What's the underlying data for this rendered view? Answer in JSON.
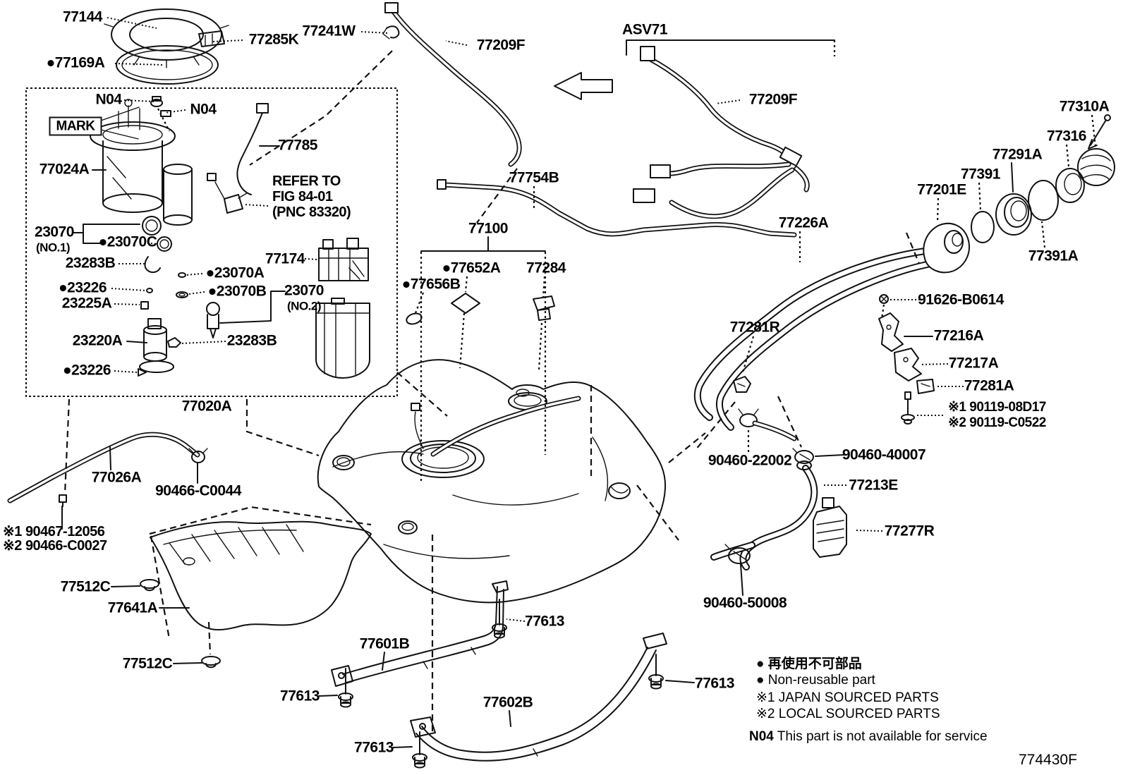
{
  "figure_code": "774430F",
  "model_bracket": "ASV71",
  "mark_label": "MARK",
  "refer_note": {
    "line1": "REFER TO",
    "line2": "FIG 84-01",
    "line3": "(PNC 83320)"
  },
  "legend": {
    "nonreusable_jp": "● 再使用不可部品",
    "nonreusable_en": "● Non-reusable part",
    "sourced1": "※1 JAPAN SOURCED PARTS",
    "sourced2": "※2 LOCAL SOURCED PARTS",
    "n04_code": "N04",
    "n04_text": "This part is not available for service"
  },
  "callouts": {
    "c77144": "77144",
    "c77285K": "77285K",
    "c77169A": "●77169A",
    "c77241W": "77241W",
    "c77209F_top": "77209F",
    "cN04a": "N04",
    "cN04b": "N04",
    "c77785": "77785",
    "c77024A": "77024A",
    "c23070_1": "23070",
    "c23070_1_sub": "(NO.1)",
    "c23070C": "●23070C",
    "c23283B_a": "23283B",
    "c23070A": "●23070A",
    "c23226_a": "●23226",
    "c23070B": "●23070B",
    "c23070_2": "23070",
    "c23070_2_sub": "(NO.2)",
    "c23225A": "23225A",
    "c77174": "77174",
    "c23220A": "23220A",
    "c23283B_b": "23283B",
    "c23226_b": "●23226",
    "c77020A": "77020A",
    "c77754B": "77754B",
    "c77100": "77100",
    "c77652A": "●77652A",
    "c77284": "77284",
    "c77656B": "●77656B",
    "c77209F_right": "77209F",
    "c77310A": "77310A",
    "c77316": "77316",
    "c77291A": "77291A",
    "c77391": "77391",
    "c77201E": "77201E",
    "c77391A": "77391A",
    "c77226A": "77226A",
    "c91626": "91626-B0614",
    "c77216A": "77216A",
    "c77217A": "77217A",
    "c77281A": "77281A",
    "c90119_1": "※1 90119-08D17",
    "c90119_2": "※2 90119-C0522",
    "c77281R": "77281R",
    "c90460_22002": "90460-22002",
    "c90460_40007": "90460-40007",
    "c77213E": "77213E",
    "c77277R": "77277R",
    "c90460_50008": "90460-50008",
    "c77026A": "77026A",
    "c90466_C0044": "90466-C0044",
    "c90467_1": "※1 90467-12056",
    "c90466_2": "※2 90466-C0027",
    "c77512C_a": "77512C",
    "c77641A": "77641A",
    "c77512C_b": "77512C",
    "c77601B": "77601B",
    "c77602B": "77602B",
    "c77613_a": "77613",
    "c77613_b": "77613",
    "c77613_c": "77613",
    "c77613_d": "77613"
  }
}
